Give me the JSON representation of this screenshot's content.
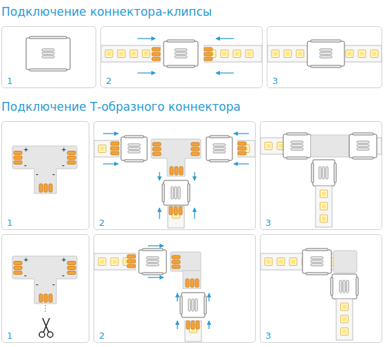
{
  "diagram": {
    "nodes": [
      {
        "text": [
          "1"
        ]
      },
      {
        "text": [
          "2"
        ]
      },
      {
        "text": [
          "3"
        ]
      },
      {
        "text": [
          "1"
        ]
      },
      {
        "text": [
          "2"
        ]
      },
      {
        "text": [
          "3"
        ]
      },
      {
        "text": [
          "1"
        ]
      },
      {
        "text": [
          "2"
        ]
      },
      {
        "text": [
          "3"
        ]
      }
    ],
    "labels": [
      "Подключение коннектора-клипсы",
      "Подключение Т-образного коннектора",
      "+",
      "-",
      "+",
      "-",
      "-",
      "-",
      "+",
      "-",
      "+",
      "-",
      "-",
      "-"
    ]
  }
}
